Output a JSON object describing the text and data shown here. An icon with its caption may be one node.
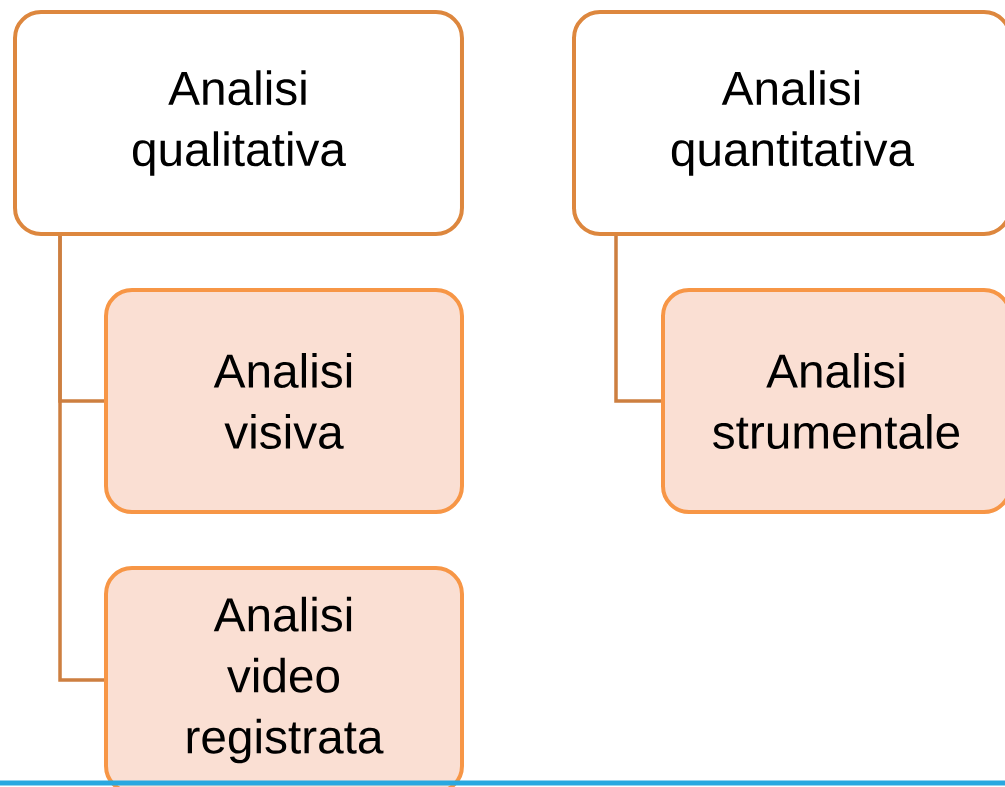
{
  "diagram": {
    "nodes": [
      {
        "text": [
          "Analisi qualitativa"
        ]
      },
      {
        "text": [
          "Analisi quantitativa"
        ]
      },
      {
        "text": [
          "Analisi visiva"
        ]
      },
      {
        "text": [
          "Analisi video registrata"
        ]
      },
      {
        "text": [
          "Analisi strumentale"
        ]
      }
    ],
    "edges": [
      {
        "from": 0,
        "to": 2,
        "arrow": "none"
      },
      {
        "from": 0,
        "to": 3,
        "arrow": "none"
      },
      {
        "from": 1,
        "to": 4,
        "arrow": "none"
      }
    ]
  }
}
